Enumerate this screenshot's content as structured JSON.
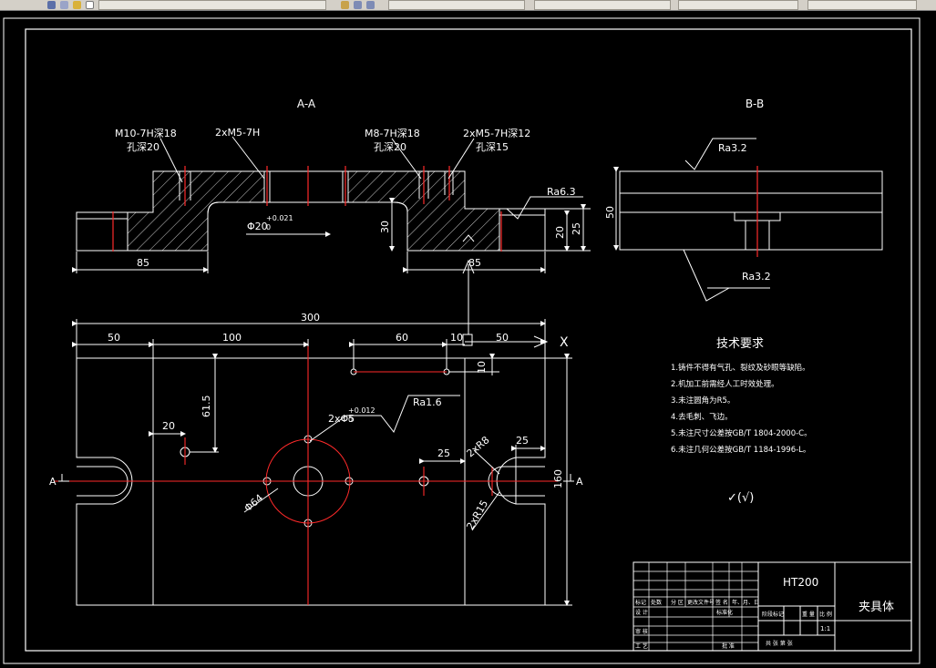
{
  "toolbar": {
    "field_1": "",
    "field_2": "",
    "field_3": "",
    "field_4": "",
    "field_5": ""
  },
  "drawing": {
    "section_aa_title": "A-A",
    "section_bb_title": "B-B",
    "labels": {
      "m10": "M10-7H深18",
      "m10_depth": "孔深20",
      "m5a": "2xM5-7H",
      "m8": "M8-7H深18",
      "m8_depth": "孔深20",
      "m5b": "2xM5-7H深12",
      "m5b_depth": "孔深15",
      "ra63": "Ra6.3",
      "ra32_top": "Ra3.2",
      "ra32_bottom": "Ra3.2",
      "ra16": "Ra1.6",
      "phi20": "Φ20",
      "phi20_tol_upper": "+0.021",
      "phi20_tol_lower": "0",
      "phi5": "2xΦ5",
      "phi5_tol_upper": "+0.012",
      "phi5_tol_lower": "0",
      "phi64": "Φ64",
      "r8": "2xR8",
      "r15": "2xR15",
      "section_a_left": "A",
      "section_a_right": "A",
      "axis_x": "X"
    },
    "dims": {
      "aa_left_85": "85",
      "aa_right_85": "85",
      "aa_30": "30",
      "aa_20": "20",
      "aa_25": "25",
      "bb_50": "50",
      "d300": "300",
      "d50a": "50",
      "d100": "100",
      "d60": "60",
      "d10h": "10",
      "d50b": "50",
      "d10v": "10",
      "d61_5": "61.5",
      "d20": "20",
      "d25a": "25",
      "d25b": "25",
      "d160": "160"
    },
    "tech_req": {
      "title": "技术要求",
      "items": [
        "1.铸件不得有气孔、裂纹及砂眼等缺陷。",
        "2.机加工前需经人工时效处理。",
        "3.未注圆角为R5。",
        "4.去毛刺、飞边。",
        "5.未注尺寸公差按GB/T 1804-2000-C。",
        "6.未注几何公差按GB/T 1184-1996-L。"
      ],
      "roughness_symbol": "✓(√)"
    },
    "title_block": {
      "material": "HT200",
      "part_name": "夹具体",
      "scale": "1:1",
      "headers": [
        "标记",
        "处数",
        "分 区",
        "更改文件号",
        "签 名",
        "年、月、日"
      ],
      "row_labels": [
        "设 计",
        "标准化"
      ],
      "left_labels": [
        "审 核",
        "工 艺"
      ],
      "approve": "批 准",
      "stage_labels": [
        "阶段标记",
        "重 量",
        "比 例"
      ],
      "sheet_labels": "共  张  第  张"
    }
  }
}
